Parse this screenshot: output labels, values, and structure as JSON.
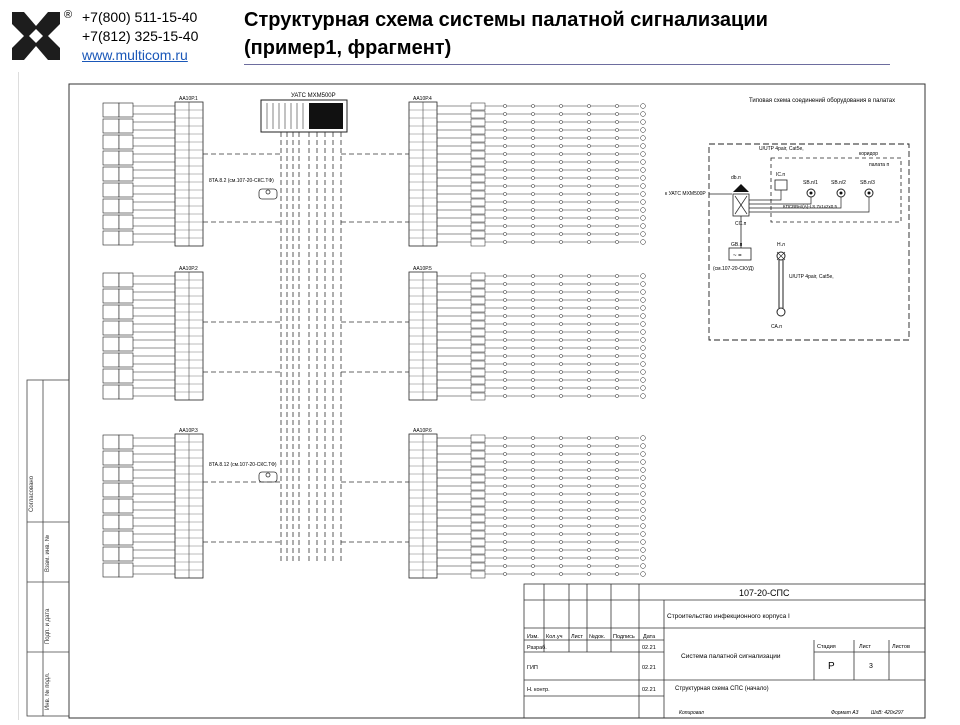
{
  "header": {
    "registered_mark": "®",
    "phone_1": "+7(800) 511-15-40",
    "phone_2": "+7(812) 325-15-40",
    "website": "www.multicom.ru",
    "title_line1": "Структурная схема системы палатной сигнализации",
    "title_line2": "(пример1, фрагмент)"
  },
  "colors": {
    "link": "#1a57b8",
    "rule": "#6d6d9e"
  },
  "diagram": {
    "uatc_label": "УАТС МХМ500Р",
    "patch_panels": [
      "АА10Р.1",
      "АА10Р.2",
      "АА10Р.3",
      "АА10Р.4",
      "АА10Р.5",
      "АА10Р.6"
    ],
    "station_label_1": "8ТА.8.2 (см.107-20-СКС.ТФ)",
    "station_label_2": "8ТА.8.12 (см.107-20-СКС.ТФ)",
    "typical_title": "Типовая схема соединений оборудования в палатах",
    "to_uatc": "к УАТС МХМ500Р",
    "cable_1": "U/UTP 4pair, Cat5e,",
    "cable_2": "U/UTP 4pair, Cat5e,",
    "cable_3": "КПСВВнг(А)-LS 7х1x2x0,5",
    "corridor": "коридор",
    "ward": "палата п",
    "db": "db.п",
    "ic": "IC.п",
    "sb1": "SB.п/1",
    "sb2": "SB.п/2",
    "sb3": "SB.п/3",
    "cc": "CC.п",
    "gb": "GB.п",
    "hl": "H.л",
    "psu_ref": "(см.107-20-СКУД)",
    "ca": "СА.п",
    "side_agreed": "Согласовано",
    "side_inv": "Взам. инв. №",
    "side_sign": "Подп. и дата",
    "side_orig": "Инв. № подл."
  },
  "title_block": {
    "doc_code": "107-20-СПС",
    "project": "Строительство инфекционного корпуса I",
    "h_izm": "Изм.",
    "h_kol": "Кол.уч",
    "h_list": "Лист",
    "h_ndok": "№док.",
    "h_podp": "Подпись",
    "h_data": "Дата",
    "r1": "Разраб.",
    "r2": "ГИП",
    "r3": "Н. контр.",
    "date": "02.21",
    "system_name": "Система палатной сигнализации",
    "drawing_name": "Структурная схема СПС (начало)",
    "stage_h": "Стадия",
    "sheet_h": "Лист",
    "sheets_h": "Листов",
    "stage": "Р",
    "sheet": "3",
    "copied": "Копировал",
    "format": "Формат А3",
    "format_size": "ШхВ: 420х297"
  }
}
